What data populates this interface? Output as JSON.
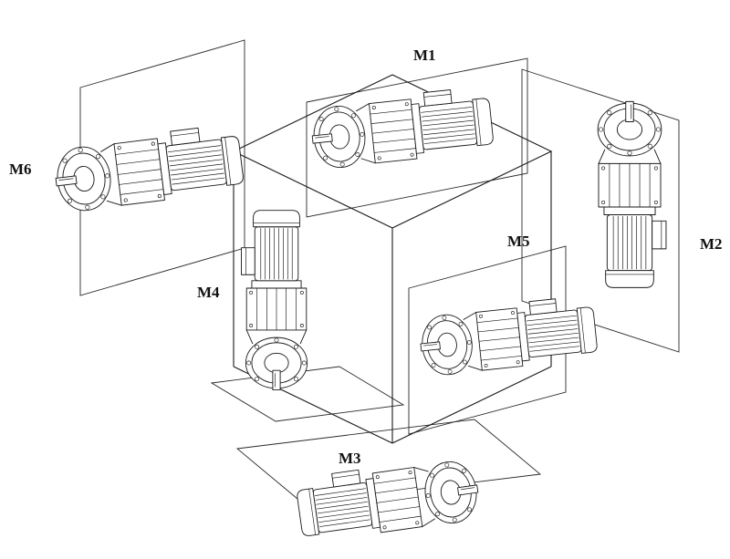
{
  "figure": {
    "colors": {
      "line": "#1a1a1a",
      "background": "#ffffff"
    },
    "positions": [
      {
        "label": "M1"
      },
      {
        "label": "M2"
      },
      {
        "label": "M3"
      },
      {
        "label": "M4"
      },
      {
        "label": "M5"
      },
      {
        "label": "M6"
      }
    ]
  }
}
